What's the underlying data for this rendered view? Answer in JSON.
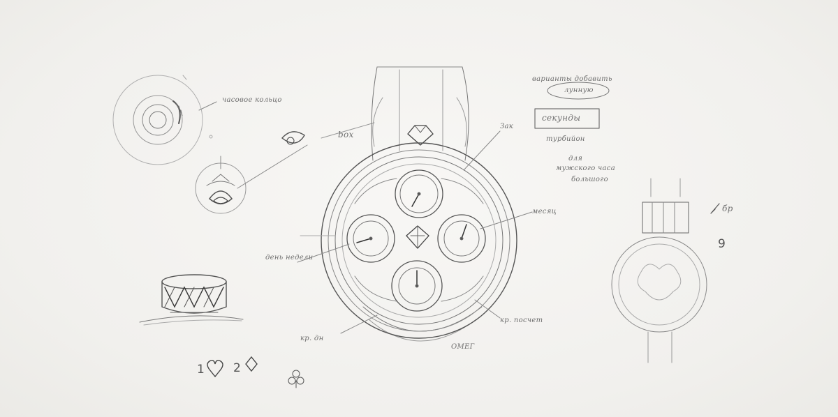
{
  "notes": {
    "top_left_crown": "часовое кольцо",
    "crown_label": "box",
    "top_right_line1": "варианты добавить",
    "top_right_line2": "лунную",
    "top_right_line3": "секунды",
    "top_right_line4": "турбийон",
    "top_right_line5": "для",
    "top_right_line6": "мужского часа",
    "top_right_line7": "большого",
    "hours_label": "Зак",
    "months_label": "месяц",
    "left_dial_label": "день недели",
    "bottom_right_label": "кр. посчет",
    "bottom_left_label": "кр. дн",
    "bottom_small": "ОМЕГ",
    "card_one": "1",
    "card_two": "2",
    "right_note_1": "бр",
    "right_note_2": "9"
  },
  "palette": {
    "paper": "#f4f3f1",
    "pencil": "#6e6e6e",
    "graphite_dark": "#3a3a3a"
  }
}
